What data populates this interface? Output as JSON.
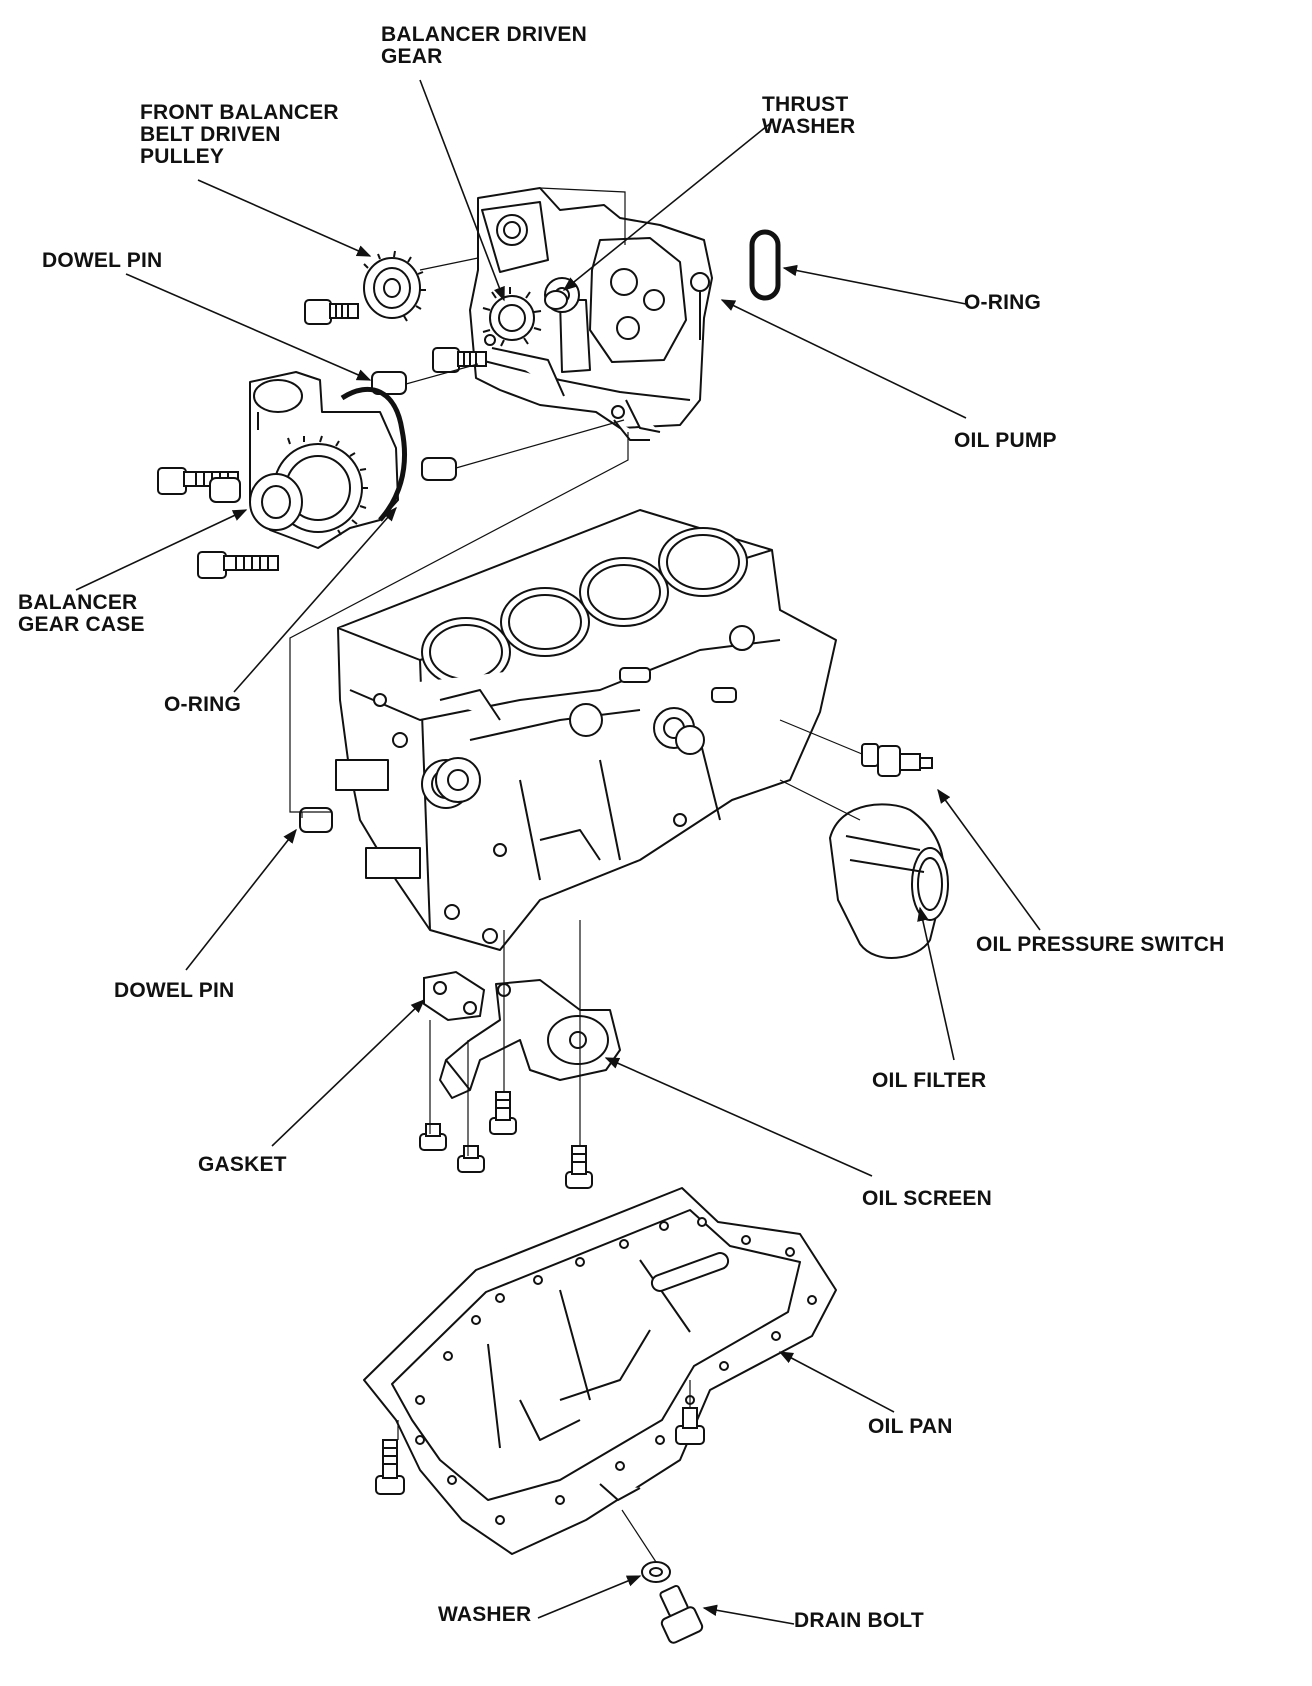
{
  "colors": {
    "ink": "#111111",
    "paper": "#ffffff"
  },
  "labels": {
    "balancer_driven_gear": [
      "BALANCER DRIVEN",
      "GEAR"
    ],
    "front_balancer_pulley": [
      "FRONT BALANCER",
      "BELT DRIVEN",
      "PULLEY"
    ],
    "thrust_washer": [
      "THRUST",
      "WASHER"
    ],
    "dowel_pin_top": "DOWEL PIN",
    "o_ring_top": "O-RING",
    "oil_pump": "OIL PUMP",
    "balancer_gear_case": [
      "BALANCER",
      "GEAR CASE"
    ],
    "o_ring_case": "O-RING",
    "oil_pressure_switch": "OIL PRESSURE SWITCH",
    "dowel_pin_bottom": "DOWEL PIN",
    "oil_filter": "OIL FILTER",
    "gasket": "GASKET",
    "oil_screen": "OIL SCREEN",
    "oil_pan": "OIL PAN",
    "washer": "WASHER",
    "drain_bolt": "DRAIN BOLT"
  }
}
